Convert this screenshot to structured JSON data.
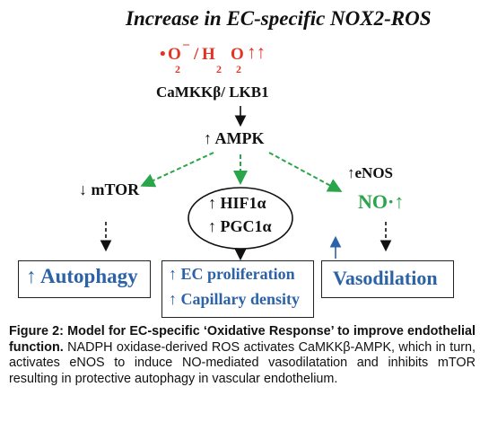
{
  "title": "Increase in EC-specific NOX2-ROS",
  "ros": {
    "bullet": "•",
    "o_letter": "O",
    "superscript": "–",
    "slash": "/",
    "h_letter": "H",
    "o_letter2": "O",
    "sub1": "2",
    "sub2": "2",
    "sub3": "2",
    "arrows": "↑↑"
  },
  "nodes": {
    "camkk": "CaMKKβ/ LKB1",
    "ampk": "↑ AMPK",
    "mtor": "↓ mTOR",
    "enos": "↑eNOS",
    "no": "NO·↑",
    "hif": "↑ HIF1α",
    "pgc": "↑ PGC1α"
  },
  "outcomes": {
    "autophagy": "↑ Autophagy",
    "proliferation": "↑ EC proliferation",
    "capillary": "↑ Capillary density",
    "vasodilation": "Vasodilation"
  },
  "caption": {
    "bold": "Figure 2: Model for EC-specific ‘Oxidative Response’ to improve endothelial function.",
    "text": " NADPH oxidase-derived ROS activates CaMKKβ-AMPK, which in turn, activates eNOS to induce NO-mediated vasodilatation and inhibits mTOR resulting in protective autophagy in vascular endothelium."
  },
  "colors": {
    "ros_red": "#e33322",
    "green": "#2aa54a",
    "blue": "#2b62a8"
  }
}
